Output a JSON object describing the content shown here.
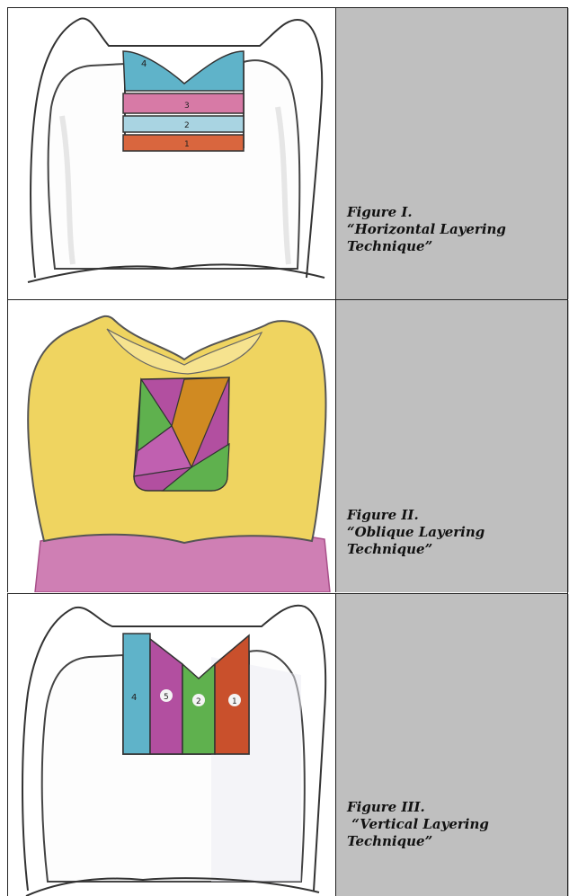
{
  "figures": [
    {
      "title": "Figure I.",
      "line1": "“Horizontal Layering",
      "line2": "Technique”",
      "layer_labels": [
        "4",
        "3",
        "2",
        "1"
      ]
    },
    {
      "title": "Figure II.",
      "line1": "“Oblique Layering",
      "line2": "Technique”"
    },
    {
      "title": "Figure III.",
      "line1": " “Vertical Layering",
      "line2": "Technique”",
      "layer_labels": [
        "4",
        "5",
        "2",
        "1"
      ]
    }
  ],
  "colors": {
    "cell_gray": "#bfbfbf",
    "layer_blue": "#5fb3c9",
    "layer_pink": "#d77aa6",
    "layer_lightblue": "#a9d4e2",
    "layer_orange": "#d9663e",
    "tooth_yellow": "#efd460",
    "gum_pink": "#cf7fb4",
    "layer_green": "#5fb14e",
    "layer_magenta": "#b24fa0",
    "layer_amber": "#d08a22",
    "layer_red": "#c9502c"
  }
}
